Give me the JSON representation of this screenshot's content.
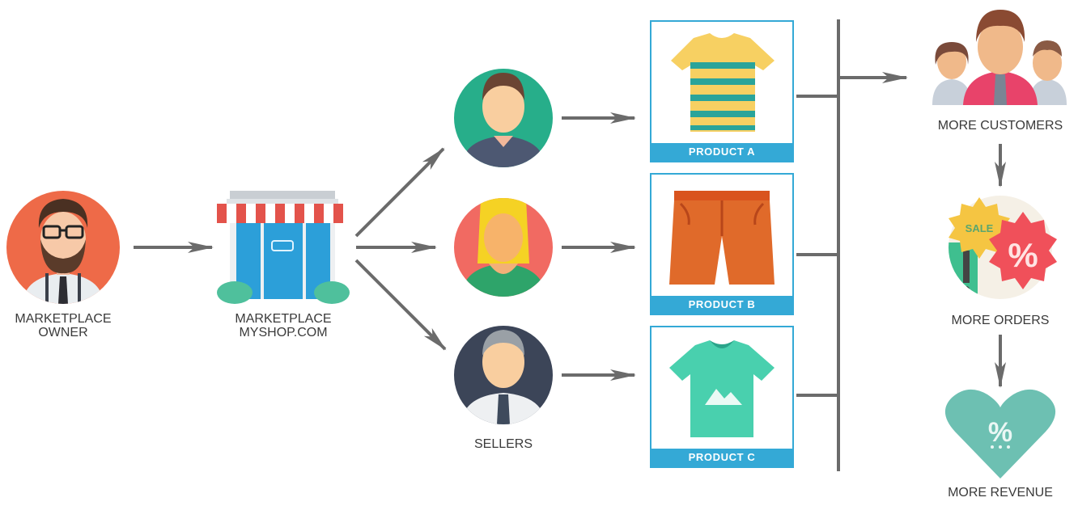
{
  "labels": {
    "owner_line1": "MARKETPLACE",
    "owner_line2": "OWNER",
    "shop_line1": "MARKETPLACE",
    "shop_line2": "MYSHOP.COM",
    "sellers": "SELLERS",
    "customers": "MORE CUSTOMERS",
    "orders": "MORE ORDERS",
    "revenue": "MORE REVENUE"
  },
  "products": [
    {
      "label": "PRODUCT A",
      "icon": "striped-tshirt-icon"
    },
    {
      "label": "PRODUCT B",
      "icon": "orange-shorts-icon"
    },
    {
      "label": "PRODUCT C",
      "icon": "green-tshirt-icon"
    }
  ],
  "badges": {
    "sale": "SALE",
    "percent": "%"
  },
  "colors": {
    "accent_blue": "#34a9d6",
    "arrow_gray": "#6b6b6b",
    "owner_circle": "#ee6a48",
    "seller1_circle": "#27ae8a",
    "seller2_circle": "#f16a62",
    "seller3_circle": "#3c4558",
    "heart": "#6dc0b2",
    "sale_badge": "#f5c542",
    "percent_badge": "#f0505a"
  }
}
